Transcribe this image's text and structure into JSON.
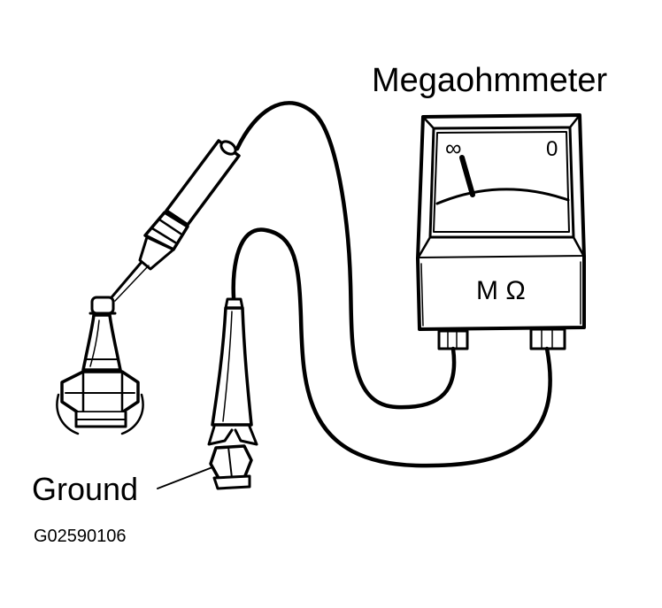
{
  "labels": {
    "meter": "Megaohmmeter",
    "ground": "Ground",
    "figure_code": "G02590106"
  },
  "meter": {
    "scale_left": "∞",
    "scale_right": "0",
    "unit": "M Ω"
  },
  "colors": {
    "ink": "#000000",
    "paper": "#ffffff"
  }
}
